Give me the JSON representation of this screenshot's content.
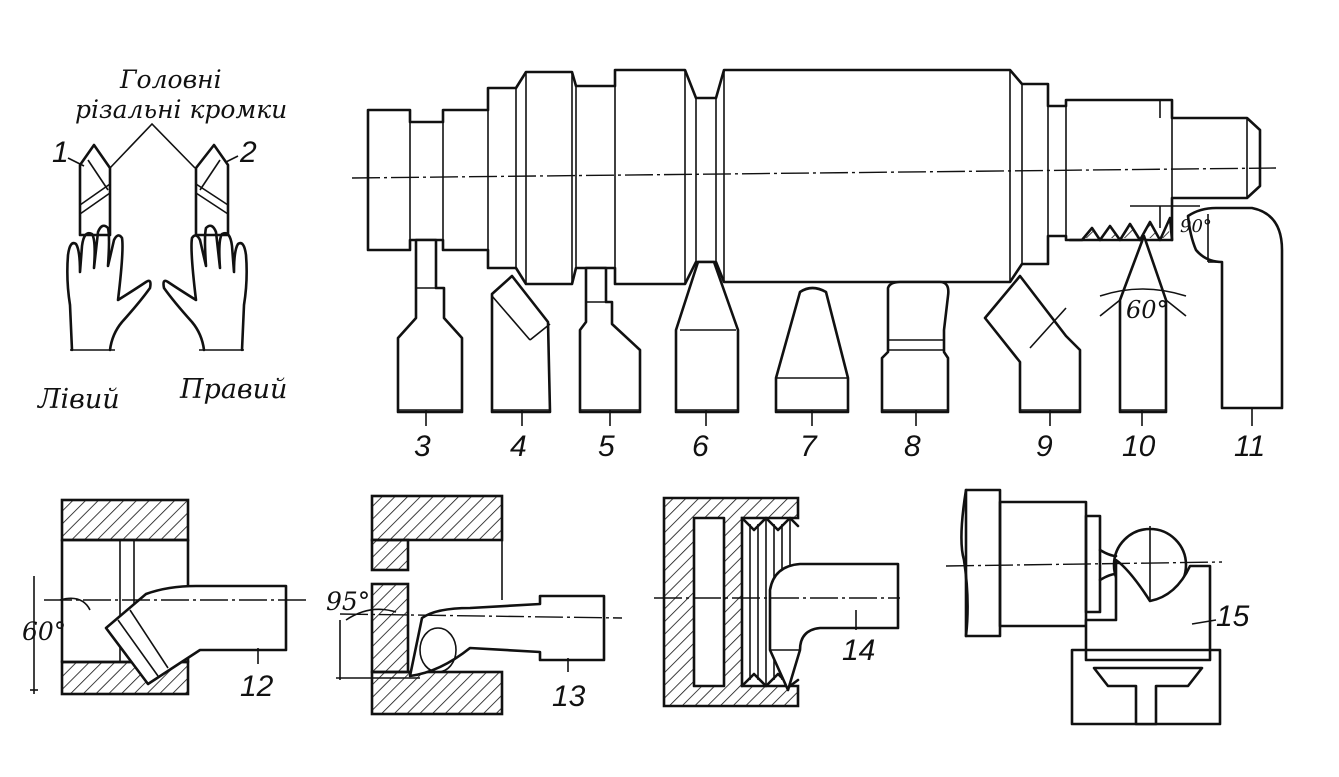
{
  "caption_line1": "Головні",
  "caption_line2": "різальні кромки",
  "left_label": "Лівий",
  "right_label": "Правий",
  "tool_numbers": [
    "1",
    "2",
    "3",
    "4",
    "5",
    "6",
    "7",
    "8",
    "9",
    "10",
    "11",
    "12",
    "13",
    "14",
    "15"
  ],
  "angles": {
    "thread_top": "90°",
    "thread_bottom": "60°",
    "bore_left": "60°",
    "bore_step": "95°"
  }
}
